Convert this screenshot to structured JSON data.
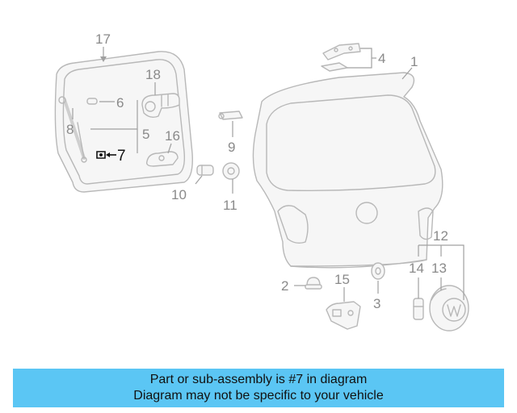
{
  "callouts": {
    "c1": "1",
    "c2": "2",
    "c3": "3",
    "c4": "4",
    "c5": "5",
    "c6": "6",
    "c7": "7",
    "c8": "8",
    "c9": "9",
    "c10": "10",
    "c11": "11",
    "c12": "12",
    "c13": "13",
    "c14": "14",
    "c15": "15",
    "c16": "16",
    "c17": "17",
    "c18": "18"
  },
  "highlighted_part": "7",
  "colors": {
    "banner": "#5bc6f4",
    "highlight": "#111111",
    "line_art": "#b8b8b8"
  },
  "banner": {
    "line1": "Part or sub-assembly is #7 in diagram",
    "line2": "Diagram may not be specific to your vehicle"
  }
}
